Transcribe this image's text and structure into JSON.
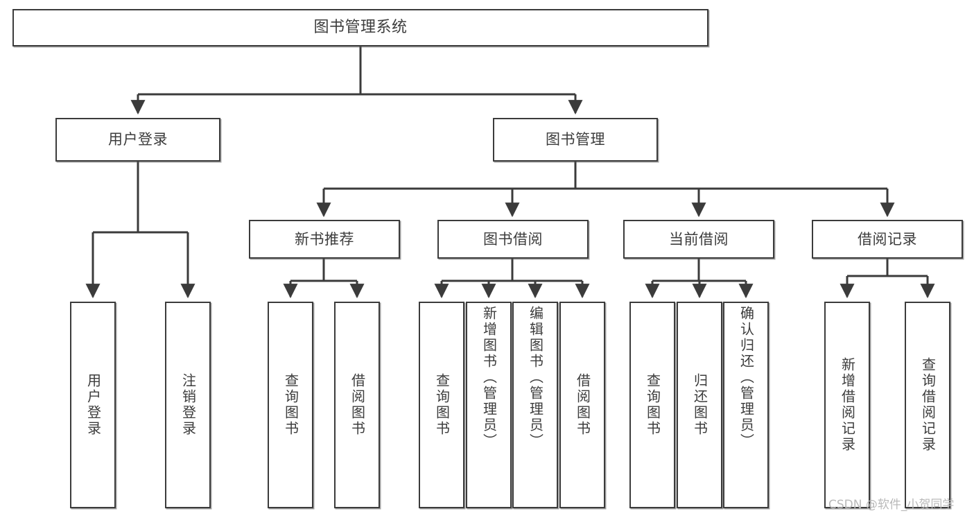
{
  "diagram": {
    "title": "图书管理系统",
    "type": "tree-hierarchy-chart",
    "root": {
      "id": "root",
      "label": "图书管理系统"
    },
    "level2": [
      {
        "id": "user-login",
        "label": "用户登录"
      },
      {
        "id": "book-management",
        "label": "图书管理"
      }
    ],
    "level3": [
      {
        "id": "new-book-recommend",
        "label": "新书推荐",
        "parent": "book-management"
      },
      {
        "id": "book-borrow",
        "label": "图书借阅",
        "parent": "book-management"
      },
      {
        "id": "current-borrow",
        "label": "当前借阅",
        "parent": "book-management"
      },
      {
        "id": "borrow-record",
        "label": "借阅记录",
        "parent": "book-management"
      }
    ],
    "leaves": [
      {
        "id": "leaf-user-login",
        "label": "用户登录",
        "parent": "user-login"
      },
      {
        "id": "leaf-logout-login",
        "label": "注销登录",
        "parent": "user-login"
      },
      {
        "id": "leaf-query-book-1",
        "label": "查询图书",
        "parent": "new-book-recommend"
      },
      {
        "id": "leaf-borrow-book-1",
        "label": "借阅图书",
        "parent": "new-book-recommend"
      },
      {
        "id": "leaf-query-book-2",
        "label": "查询图书",
        "parent": "book-borrow"
      },
      {
        "id": "leaf-add-book",
        "label": "新增图书（管理员）",
        "parent": "book-borrow"
      },
      {
        "id": "leaf-edit-book",
        "label": "编辑图书（管理员）",
        "parent": "book-borrow"
      },
      {
        "id": "leaf-borrow-book-2",
        "label": "借阅图书",
        "parent": "book-borrow"
      },
      {
        "id": "leaf-query-book-3",
        "label": "查询图书",
        "parent": "current-borrow"
      },
      {
        "id": "leaf-return-book",
        "label": "归还图书",
        "parent": "current-borrow"
      },
      {
        "id": "leaf-confirm-return",
        "label": "确认归还（管理员）",
        "parent": "current-borrow"
      },
      {
        "id": "leaf-add-record",
        "label": "新增借阅记录",
        "parent": "borrow-record"
      },
      {
        "id": "leaf-query-record",
        "label": "查询借阅记录",
        "parent": "borrow-record"
      }
    ],
    "colors": {
      "border": "#3b3b3b",
      "text": "#3c3c3c",
      "background": "#ffffff",
      "edge": "#3b3b3b",
      "watermark": "#b9b9b9"
    }
  },
  "watermark": {
    "text": "CSDN @软件_小贺同学"
  }
}
